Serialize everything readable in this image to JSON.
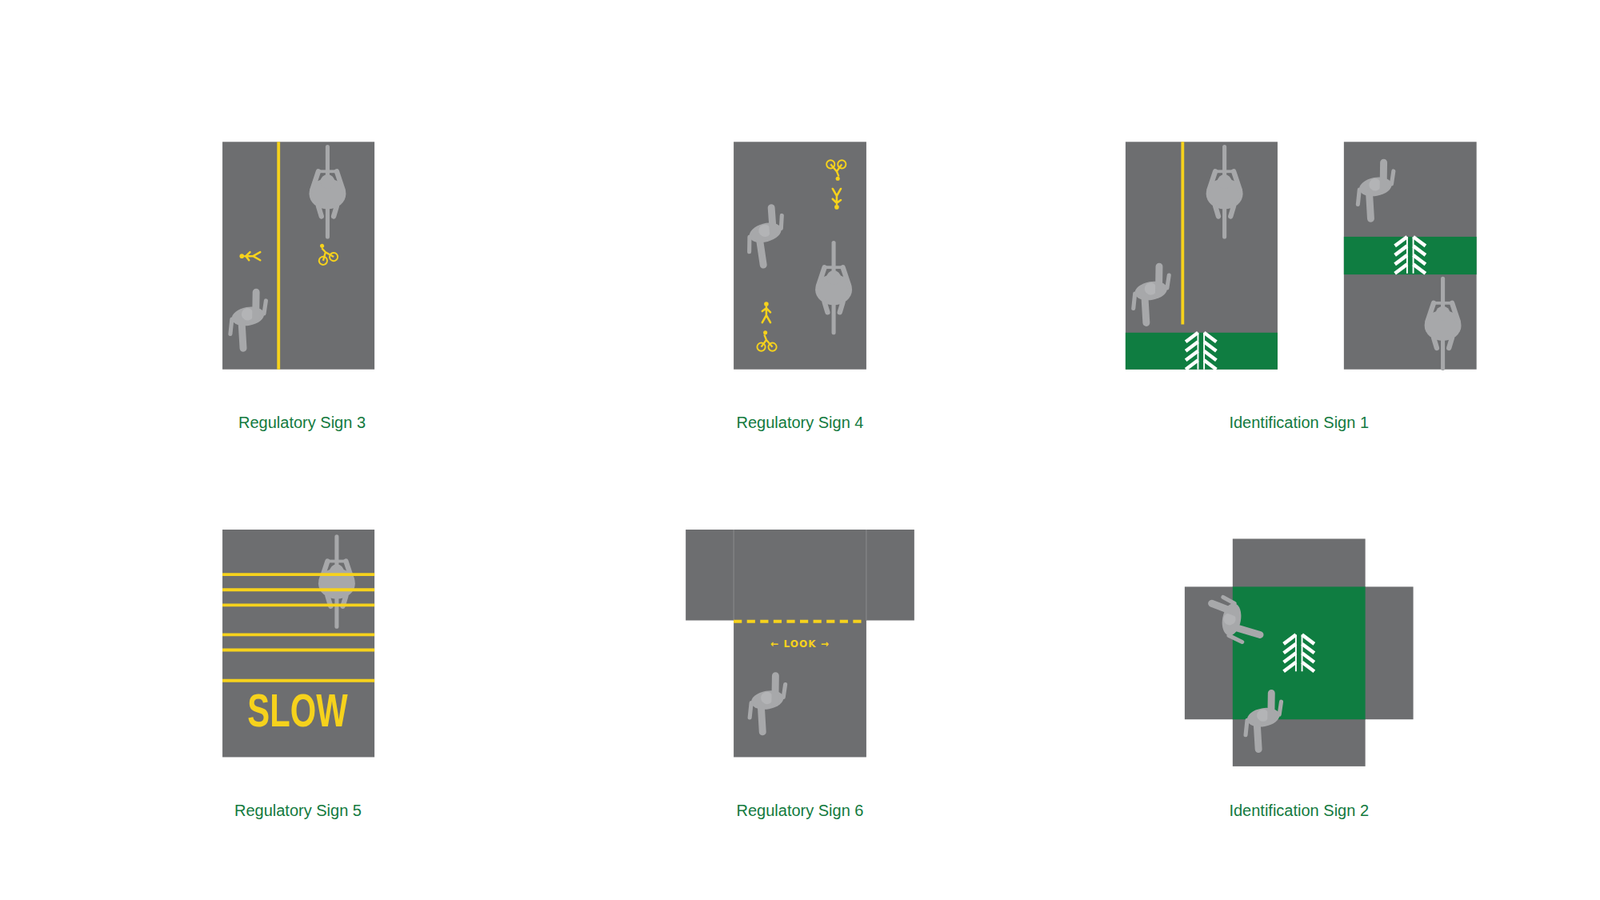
{
  "diagram": {
    "labels": [
      "Regulatory Sign 3",
      "Regulatory Sign 4",
      "Identification Sign 1",
      "SLOW",
      "Regulatory Sign 5",
      "← LOOK →",
      "Regulatory Sign 6",
      "Identification Sign 2"
    ]
  }
}
